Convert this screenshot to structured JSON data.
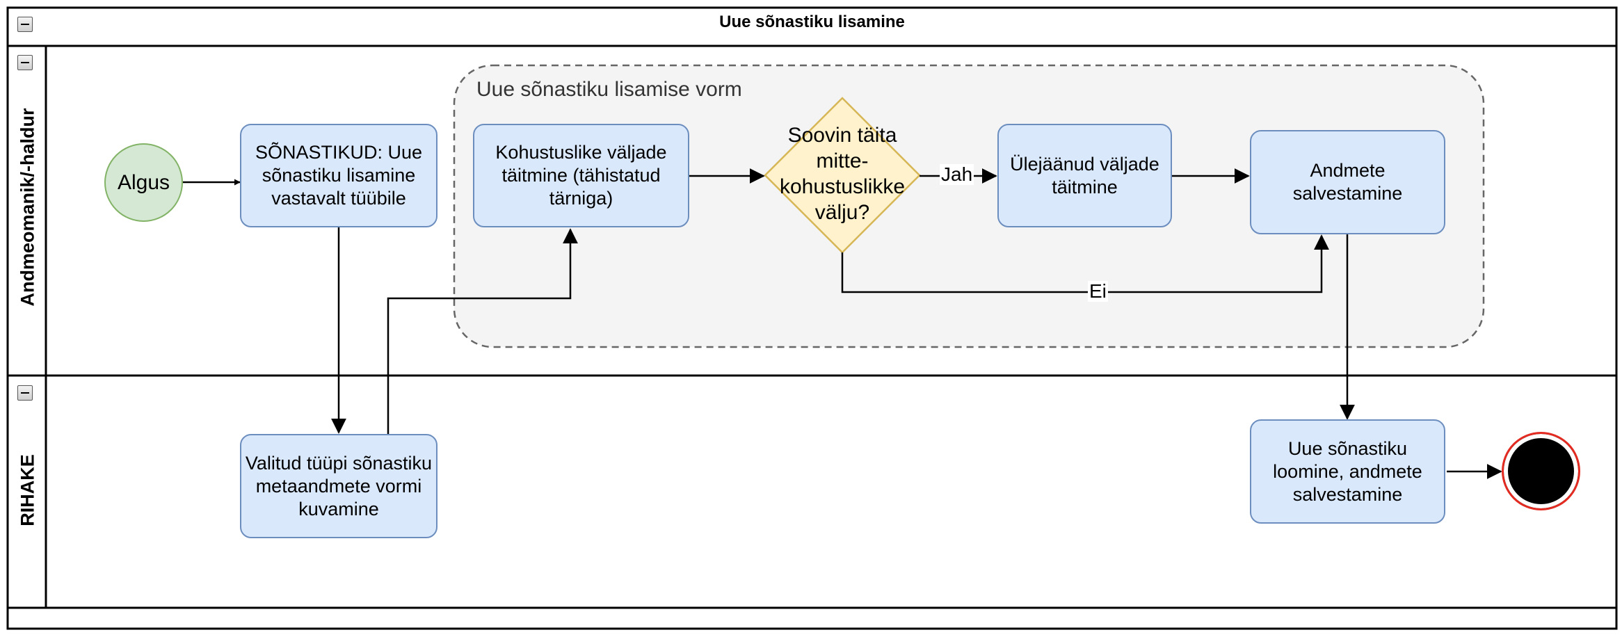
{
  "pool": {
    "title": "Uue sõnastiku lisamine"
  },
  "lanes": [
    {
      "label": "Andmeomanik/-haldur"
    },
    {
      "label": "RIHAKE"
    }
  ],
  "group": {
    "label": "Uue sõnastiku lisamise vorm"
  },
  "nodes": {
    "start": "Algus",
    "task_add_dictionary": "SÕNASTIKUD: Uue sõnastiku lisamine vastavalt tüübile",
    "task_mandatory_fields": "Kohustuslike väljade täitmine (tähistatud tärniga)",
    "gateway_optional": "Soovin täita mitte-kohustuslikke välju?",
    "task_remaining_fields": "Ülejäänud väljade täitmine",
    "task_save_data": "Andmete salvestamine",
    "task_show_metadata_form": "Valitud tüüpi sõnastiku metaandmete vormi kuvamine",
    "task_create_dictionary": "Uue sõnastiku loomine, andmete salvestamine"
  },
  "edges": {
    "yes_label": "Jah",
    "no_label": "Ei"
  },
  "colors": {
    "task_fill": "#dae8fc",
    "task_stroke": "#6c8ebf",
    "gateway_fill": "#fff2cc",
    "gateway_stroke": "#d6b656",
    "start_fill": "#d5e8d4",
    "start_stroke": "#82b366",
    "end_ring": "#e32b22",
    "group_fill": "#f4f4f4",
    "group_stroke": "#666666"
  }
}
